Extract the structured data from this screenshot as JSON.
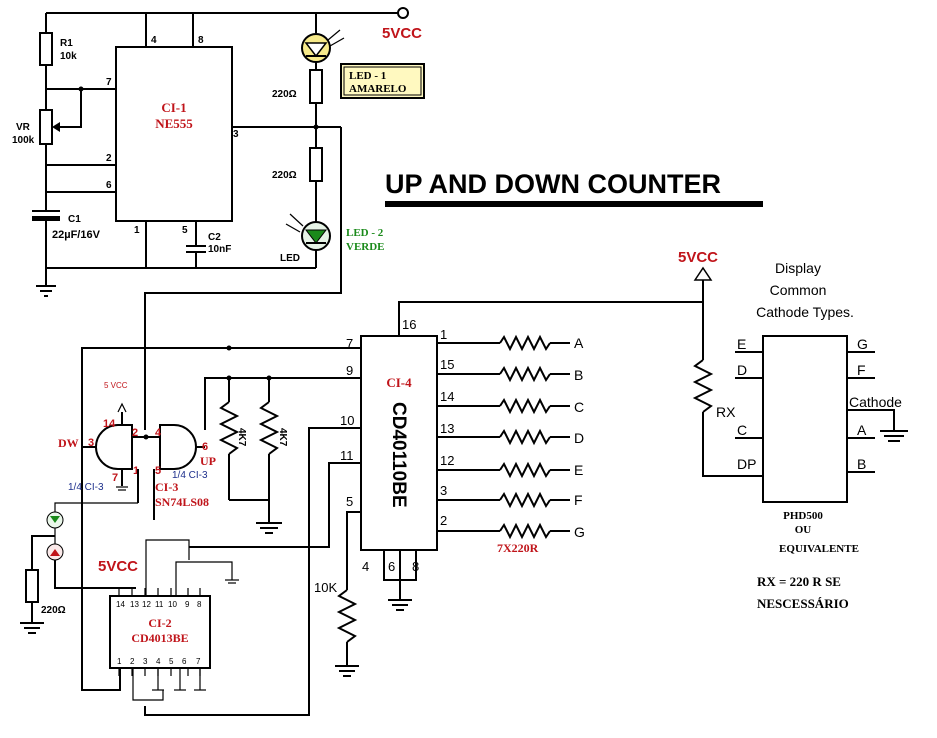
{
  "title": "UP  AND DOWN COUNTER",
  "supply": {
    "vcc_top": "5VCC",
    "vcc_mid": "5VCC",
    "vcc_left": "5VCC",
    "vcc_small": "5 VCC"
  },
  "ic1": {
    "name": "CI-1",
    "part": "NE555",
    "pins": {
      "p4": "4",
      "p8": "8",
      "p7": "7",
      "p2": "2",
      "p6": "6",
      "p3": "3",
      "p1": "1",
      "p5": "5"
    }
  },
  "r1": {
    "name": "R1",
    "value": "10k"
  },
  "vr": {
    "name": "VR",
    "value": "100k"
  },
  "c1": {
    "name": "C1",
    "value": "22µF/16V"
  },
  "c2": {
    "name": "C2",
    "value": "10nF"
  },
  "led1": {
    "label_line1": "LED - 1",
    "label_line2": "AMARELO",
    "resistor": "220Ω"
  },
  "led2": {
    "label_line1": "LED - 2",
    "label_line2": "VERDE",
    "resistor": "220Ω",
    "tag": "LED"
  },
  "ic3": {
    "name": "CI-3",
    "part": "SN74LS08",
    "dw": "DW",
    "up": "UP",
    "quarter": "1/4 CI-3",
    "pins": {
      "p14": "14",
      "p2": "2",
      "p4": "4",
      "p3": "3",
      "p6": "6",
      "p1": "1",
      "p5": "5",
      "p7": "7"
    }
  },
  "pullups": [
    "4K7",
    "4K7"
  ],
  "ic4": {
    "name": "CI-4",
    "part": "CD40110BE",
    "left_pins": [
      "7",
      "9",
      "10",
      "11",
      "5"
    ],
    "top_pin": "16",
    "bottom_pins": [
      "4",
      "6",
      "8"
    ],
    "right_pins": [
      "1",
      "15",
      "14",
      "13",
      "12",
      "3",
      "2"
    ],
    "segments": [
      "A",
      "B",
      "C",
      "D",
      "E",
      "F",
      "G"
    ],
    "resistors": "7X220R"
  },
  "r10k": "10K",
  "ic2": {
    "name": "CI-2",
    "part": "CD4013BE",
    "top_pins": [
      "14",
      "13",
      "12",
      "11",
      "10",
      "9",
      "8"
    ],
    "bottom_pins": [
      "1",
      "2",
      "3",
      "4",
      "5",
      "6",
      "7"
    ]
  },
  "left_resistor": "220Ω",
  "display": {
    "heading": [
      "Display",
      "Common",
      "Cathode Types."
    ],
    "left_pins": [
      "E",
      "D",
      "C",
      "DP"
    ],
    "right_pins": [
      "G",
      "F",
      "Cathode",
      "A",
      "B"
    ],
    "rx": "RX",
    "part": "PHD500",
    "or": "OU",
    "equiv": "EQUIVALENTE",
    "note1": "RX = 220 R  SE",
    "note2": "NESCESSÁRIO"
  }
}
